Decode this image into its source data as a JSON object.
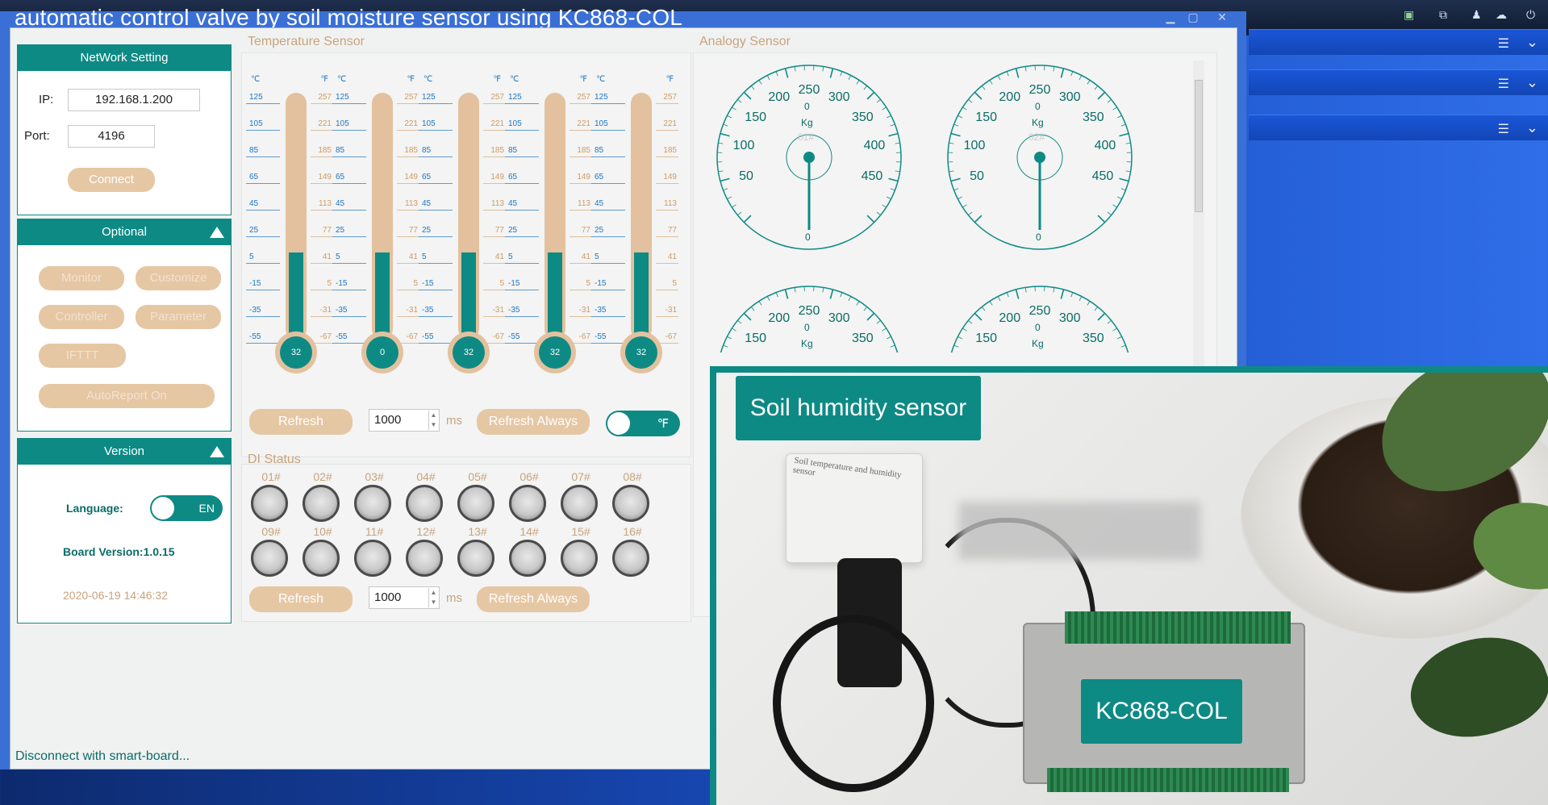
{
  "window": {
    "title": "automatic control valve by soil moisture sensor using KC868-COL",
    "min": "▁",
    "max": "▢",
    "close": "✕"
  },
  "desktop": {
    "tray_icons": [
      "screen-icon",
      "capture-icon",
      "shirt-icon",
      "cloud-icon",
      "power-icon"
    ]
  },
  "network": {
    "header": "NetWork Setting",
    "ip_label": "IP:",
    "ip_value": "192.168.1.200",
    "port_label": "Port:",
    "port_value": "4196",
    "connect": "Connect"
  },
  "optional": {
    "header": "Optional",
    "monitor": "Monitor",
    "customize": "Customize",
    "controller": "Controller",
    "parameter": "Parameter",
    "ifttt": "IFTTT",
    "autoreport": "AutoReport On"
  },
  "version": {
    "header": "Version",
    "language_label": "Language:",
    "language_value": "EN",
    "board_version": "Board Version:1.0.15",
    "datetime": "2020-06-19 14:46:32"
  },
  "temperature": {
    "title": "Temperature Sensor",
    "unit_c": "℃",
    "unit_f": "℉",
    "c_ticks": [
      "125",
      "105",
      "85",
      "65",
      "45",
      "25",
      "5",
      "-15",
      "-35",
      "-55"
    ],
    "f_ticks": [
      "257",
      "221",
      "185",
      "149",
      "113",
      "77",
      "41",
      "5",
      "-31",
      "-67"
    ],
    "sensors": [
      {
        "value": "32",
        "level": 0.36
      },
      {
        "value": "0",
        "level": 0.36
      },
      {
        "value": "32",
        "level": 0.36
      },
      {
        "value": "32",
        "level": 0.36
      },
      {
        "value": "32",
        "level": 0.36
      }
    ],
    "refresh": "Refresh",
    "interval": "1000",
    "ms": "ms",
    "refresh_always": "Refresh Always",
    "toggle_unit": "℉"
  },
  "analog": {
    "title": "Analogy Sensor",
    "gauges": [
      {
        "id": "01#",
        "value": "0",
        "unit": "Kg"
      },
      {
        "id": "02#",
        "value": "0",
        "unit": "Kg"
      },
      {
        "id": "",
        "value": "0",
        "unit": "Kg"
      },
      {
        "id": "",
        "value": "0",
        "unit": "Kg"
      }
    ],
    "scale": [
      "50",
      "100",
      "150",
      "200",
      "250",
      "300",
      "350",
      "400",
      "450"
    ]
  },
  "di": {
    "title": "DI Status",
    "labels": [
      "01#",
      "02#",
      "03#",
      "04#",
      "05#",
      "06#",
      "07#",
      "08#",
      "09#",
      "10#",
      "11#",
      "12#",
      "13#",
      "14#",
      "15#",
      "16#"
    ],
    "refresh": "Refresh",
    "interval": "1000",
    "ms": "ms",
    "refresh_always": "Refresh Always"
  },
  "status": {
    "text": "Disconnect with smart-board..."
  },
  "overlay": {
    "sensor_label": "Soil humidity sensor",
    "board_label": "KC868-COL",
    "box_text": "Soil temperature and humidity sensor"
  },
  "colors": {
    "accent": "#0e8a85",
    "button": "#e6c7a4",
    "desktop": "#1a4fc4"
  }
}
